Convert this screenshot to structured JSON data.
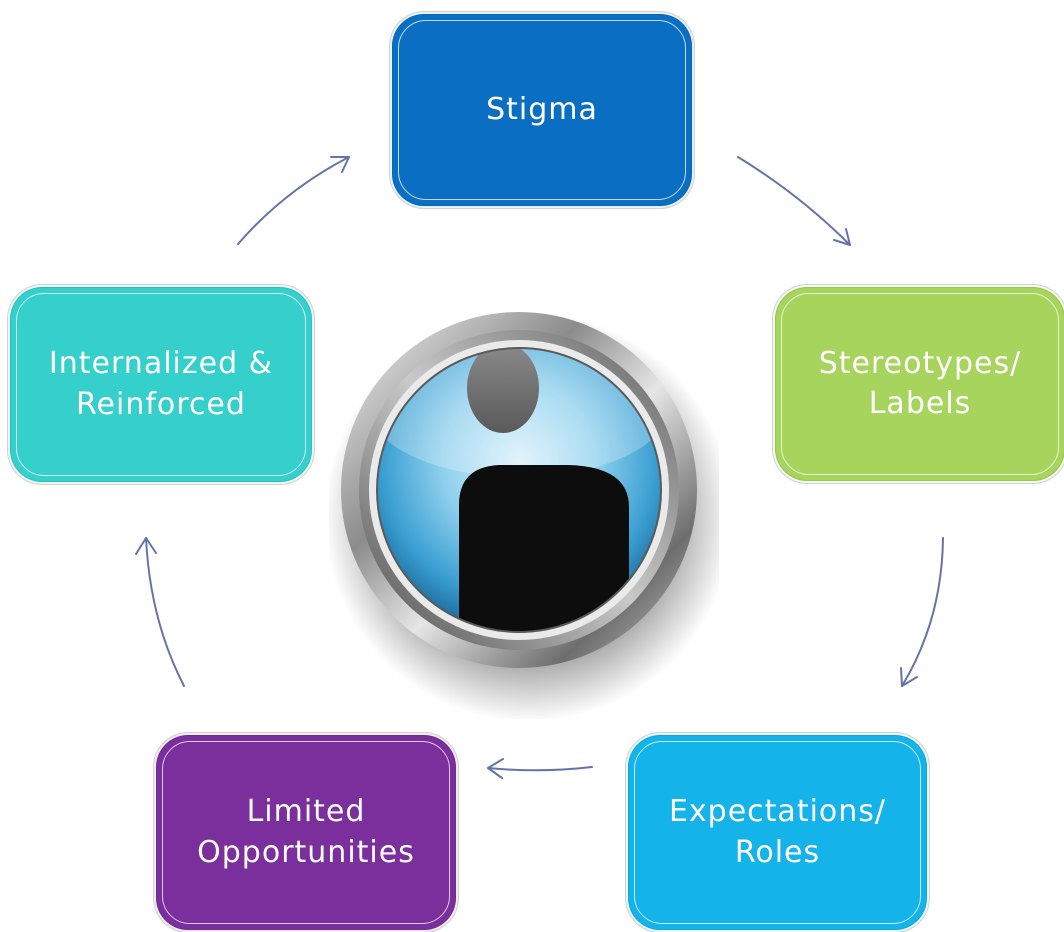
{
  "diagram": {
    "nodes": [
      {
        "id": "stigma",
        "lines": [
          "Stigma"
        ],
        "color": "#0a6fc2"
      },
      {
        "id": "stereotypes",
        "lines": [
          "Stereotypes/",
          "Labels"
        ],
        "color": "#a7d45c"
      },
      {
        "id": "expectations",
        "lines": [
          "Expectations/",
          "Roles"
        ],
        "color": "#14b3ea"
      },
      {
        "id": "limited",
        "lines": [
          "Limited",
          "Opportunities"
        ],
        "color": "#7a2f9c"
      },
      {
        "id": "internalized",
        "lines": [
          "Internalized &",
          "Reinforced"
        ],
        "color": "#35cfcc"
      }
    ],
    "cycle_order": [
      "stigma",
      "stereotypes",
      "expectations",
      "limited",
      "internalized"
    ],
    "center_icon": "person-silhouette-icon",
    "arrow_color": "#6574a8"
  }
}
